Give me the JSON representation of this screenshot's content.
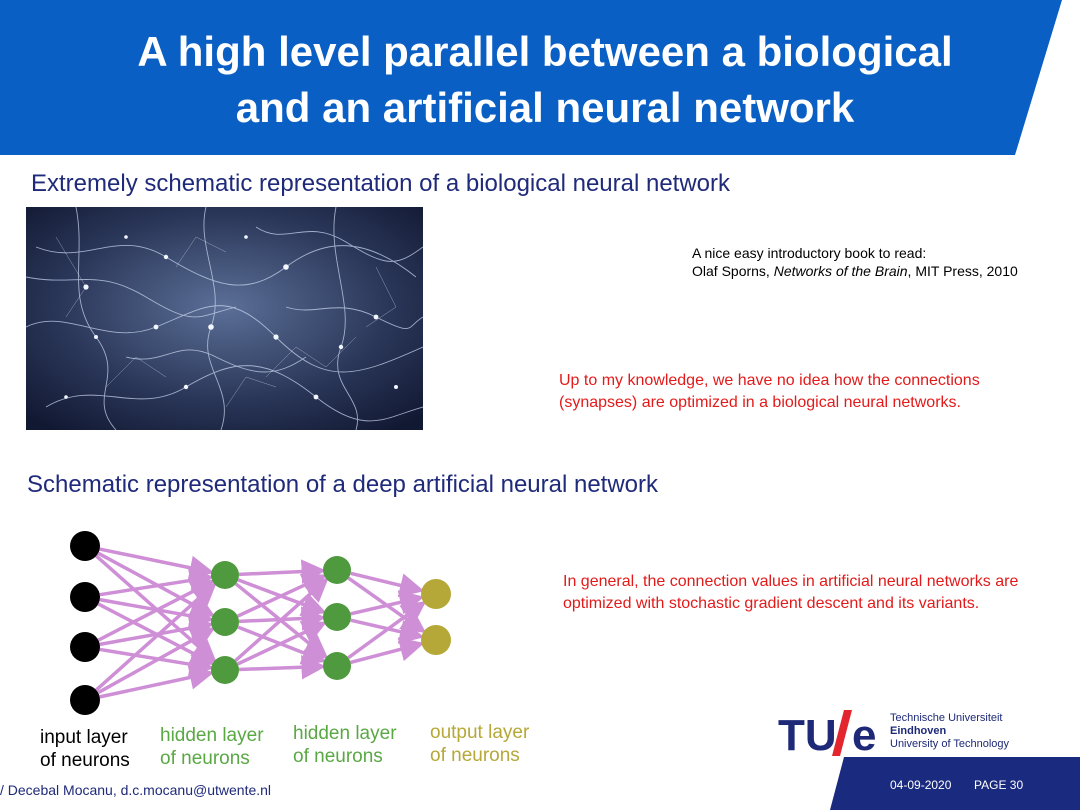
{
  "header": {
    "title_line1": "A high level parallel between a biological",
    "title_line2": "and an artificial neural network",
    "color": "#0a5fc4"
  },
  "bio": {
    "heading": "Extremely schematic representation of a biological neural network",
    "book_line1": "A nice easy introductory book to read:",
    "book_author": "Olaf Sporns, ",
    "book_title": "Networks of the Brain",
    "book_publisher": ", MIT Press, 2010",
    "note_line1": "Up to my knowledge, we have no idea how the connections",
    "note_line2": "(synapses) are optimized in a biological neural networks."
  },
  "ann": {
    "heading": "Schematic representation of a deep artificial neural network",
    "note_line1": "In general, the connection values in artificial neural networks are",
    "note_line2": "optimized with stochastic gradient descent and its variants.",
    "layers": [
      {
        "line1": "input layer",
        "line2": "of neurons",
        "neurons": 4,
        "color": "#000000"
      },
      {
        "line1": "hidden layer",
        "line2": "of neurons",
        "neurons": 3,
        "color": "#4f9a3e"
      },
      {
        "line1": "hidden layer",
        "line2": "of neurons",
        "neurons": 3,
        "color": "#4f9a3e"
      },
      {
        "line1": "output layer",
        "line2": "of neurons",
        "neurons": 2,
        "color": "#b6a838"
      }
    ],
    "edge_color": "#cf8fd6"
  },
  "logo": {
    "mark_tu": "TU",
    "mark_e": "e",
    "line1": "Technische Universiteit",
    "line2": "Eindhoven",
    "line3": "University of Technology",
    "slash_color": "#e3262d"
  },
  "footer": {
    "author": "/ Decebal Mocanu, d.c.mocanu@utwente.nl",
    "date": "04-09-2020",
    "page": "PAGE 30",
    "bar_color": "#1a2a7f"
  }
}
